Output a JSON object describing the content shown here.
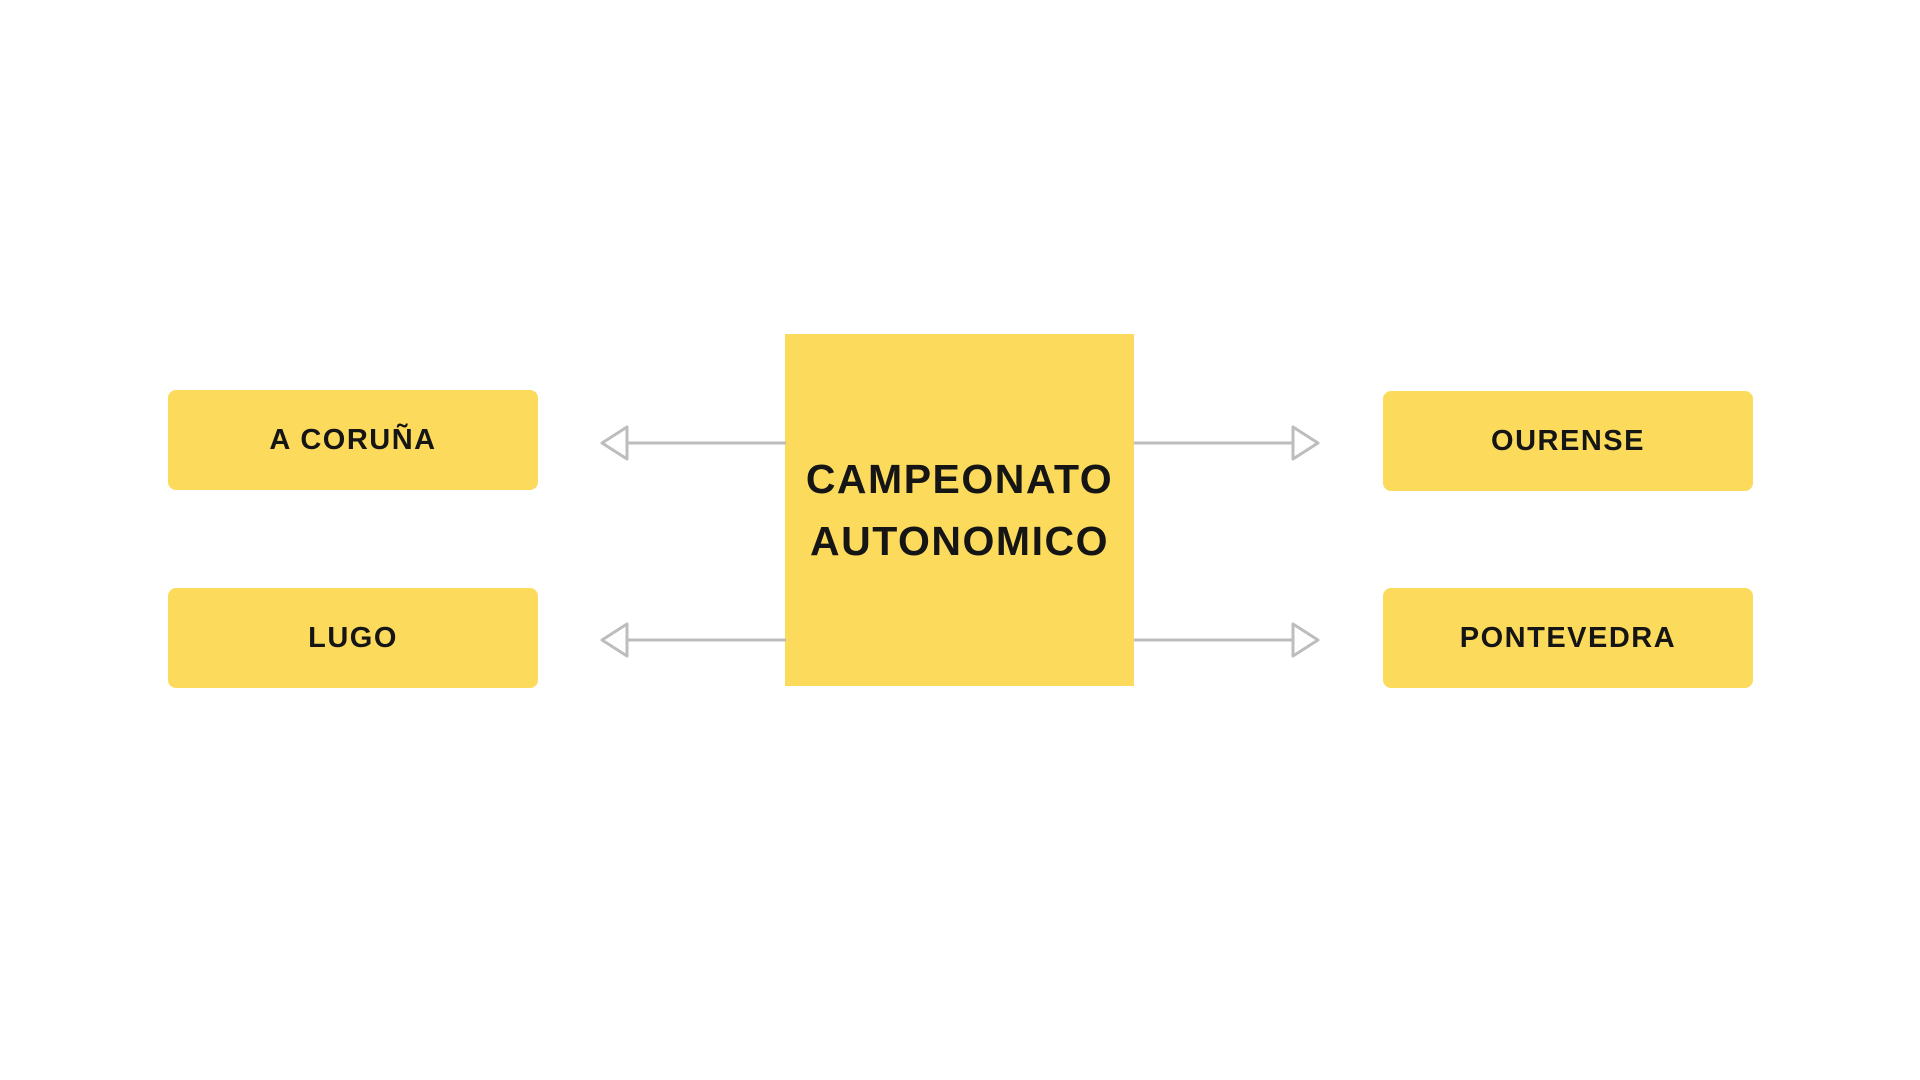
{
  "diagram": {
    "title": "CAMPEONATO AUTONOMICO",
    "center_node": {
      "line1": "CAMPEONATO",
      "line2": "AUTONOMICO"
    },
    "nodes": [
      {
        "id": "a-coruna",
        "label": "A CORUÑA",
        "position": "left-top"
      },
      {
        "id": "lugo",
        "label": "LUGO",
        "position": "left-bottom"
      },
      {
        "id": "ourense",
        "label": "OURENSE",
        "position": "right-top"
      },
      {
        "id": "pontevedra",
        "label": "PONTEVEDRA",
        "position": "right-bottom"
      }
    ],
    "arrows": [
      {
        "from": "center",
        "to": "a-coruna",
        "direction": "left"
      },
      {
        "from": "center",
        "to": "lugo",
        "direction": "left"
      },
      {
        "from": "center",
        "to": "ourense",
        "direction": "right"
      },
      {
        "from": "center",
        "to": "pontevedra",
        "direction": "right"
      }
    ],
    "colors": {
      "node_fill": "#FCDB5C",
      "label_text": "#151515",
      "arrow": "#BDBDBD",
      "background": "#FFFFFF"
    }
  }
}
